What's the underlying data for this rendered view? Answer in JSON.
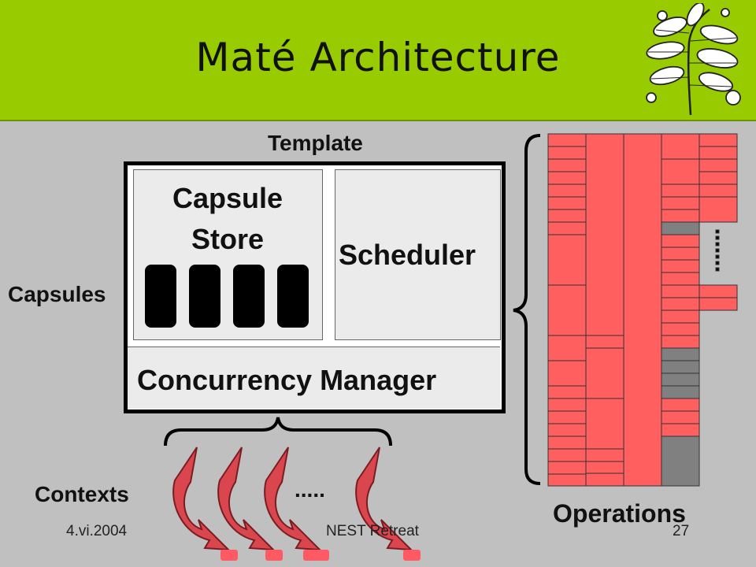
{
  "slide": {
    "title": "Maté Architecture",
    "footer_date": "4.vi.2004",
    "footer_event": "NEST Retreat",
    "page_number": "27"
  },
  "diagram": {
    "template_label": "Template",
    "capsule_store_label": "Capsule Store",
    "scheduler_label": "Scheduler",
    "concurrency_manager_label": "Concurrency Manager",
    "capsules_label": "Capsules",
    "contexts_label": "Contexts",
    "contexts_ellipsis": ".....",
    "operations_label": "Operations",
    "colors": {
      "header_green": "#99cc00",
      "background_gray": "#c0c0c0",
      "operation_red": "#ff5f5f",
      "operation_gray": "#808080",
      "context_red": "#d9464e"
    },
    "icons": [
      "leaf-branch-illustration",
      "capsule-block-icon",
      "context-arrow-icon",
      "curly-brace-icon"
    ]
  }
}
